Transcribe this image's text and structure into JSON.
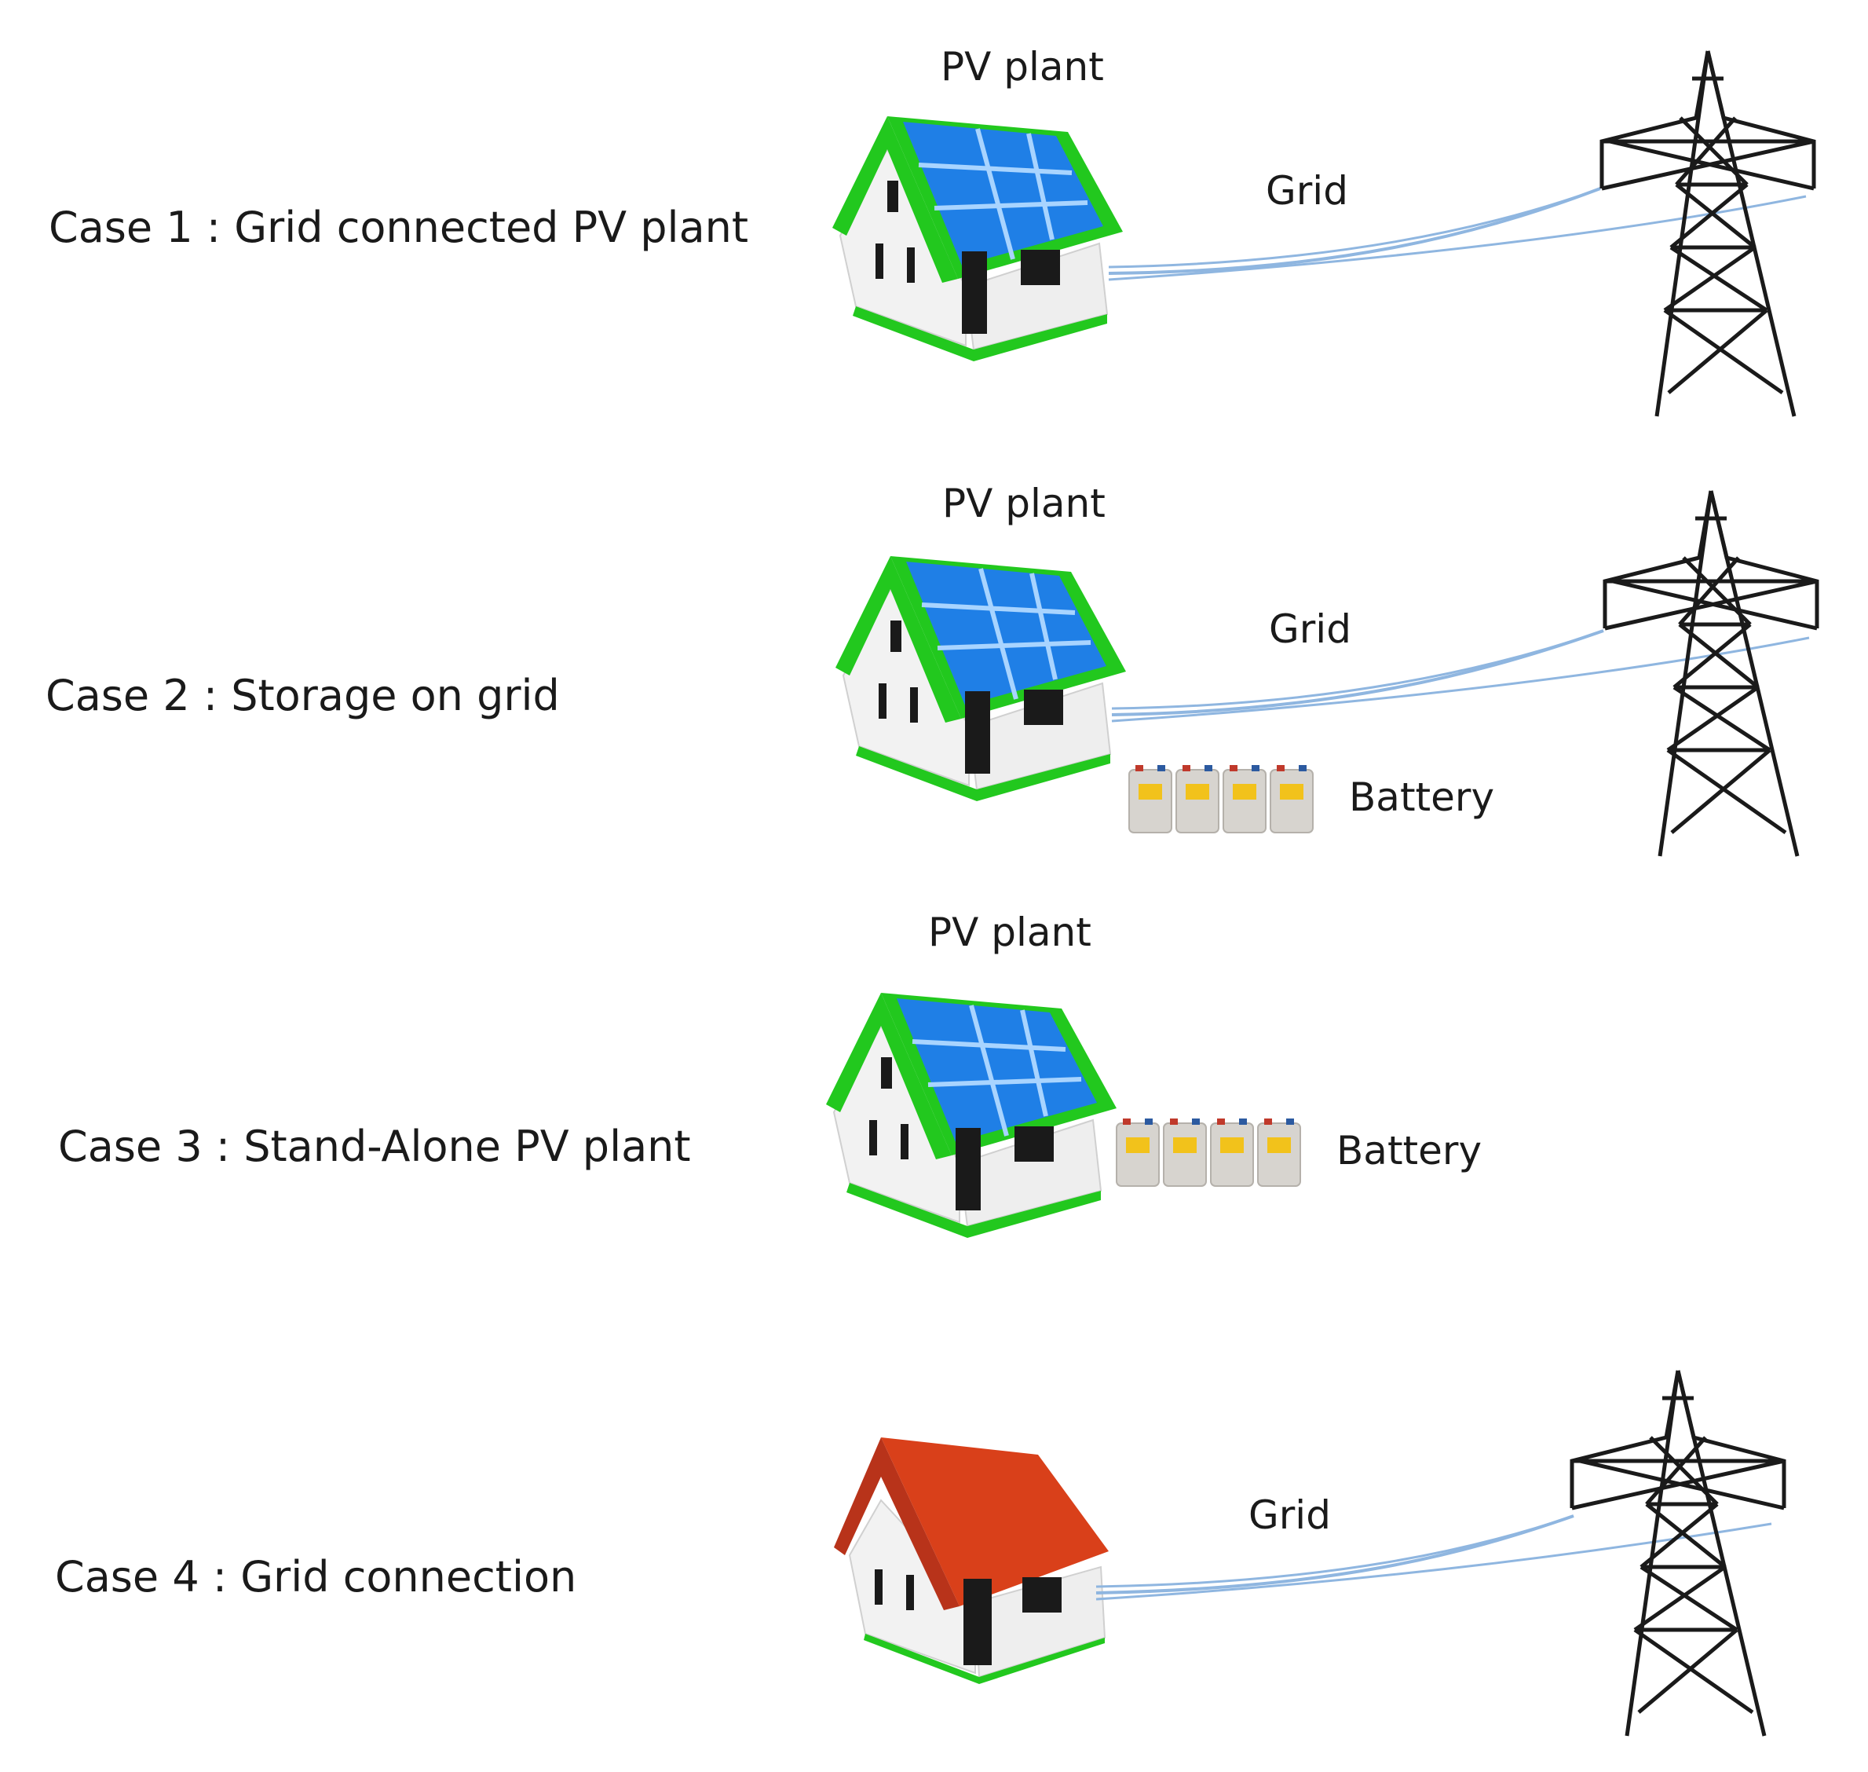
{
  "cases": [
    {
      "id": "case1",
      "label": "Case 1 : Grid connected PV plant",
      "pv_label": "PV plant",
      "grid_label": "Grid",
      "battery_label": null
    },
    {
      "id": "case2",
      "label": "Case 2 : Storage on grid",
      "pv_label": "PV plant",
      "grid_label": "Grid",
      "battery_label": "Battery"
    },
    {
      "id": "case3",
      "label": "Case 3 : Stand-Alone PV plant",
      "pv_label": "PV plant",
      "grid_label": null,
      "battery_label": "Battery"
    },
    {
      "id": "case4",
      "label": "Case 4 : Grid connection",
      "pv_label": null,
      "grid_label": "Grid",
      "battery_label": null
    }
  ],
  "colors": {
    "roof_trim_green": "#22c81e",
    "solar_panel_blue": "#1f7fe6",
    "roof_red": "#d9401a",
    "house_wall": "#f2f2f2",
    "grid_cable": "#8fb6e0",
    "tower": "#1a1a1a",
    "battery": "#d7d4cf",
    "battery_label": "#f2c21b"
  }
}
